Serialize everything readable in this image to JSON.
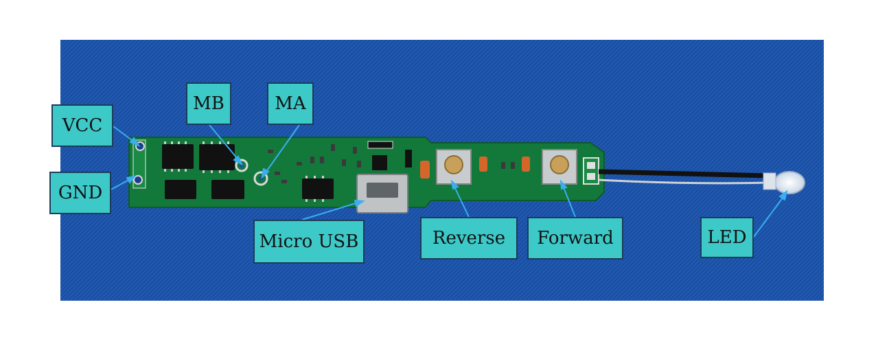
{
  "labels": {
    "vcc": "VCC",
    "gnd": "GND",
    "mb": "MB",
    "ma": "MA",
    "micro_usb": "Micro USB",
    "reverse": "Reverse",
    "forward": "Forward",
    "led": "LED"
  },
  "colors": {
    "background_blue": "#1a4fa0",
    "pcb_green": "#137a3c",
    "label_fill": "#3ec9c9",
    "label_border": "#1c3a5a",
    "arrow": "#39aef0"
  }
}
